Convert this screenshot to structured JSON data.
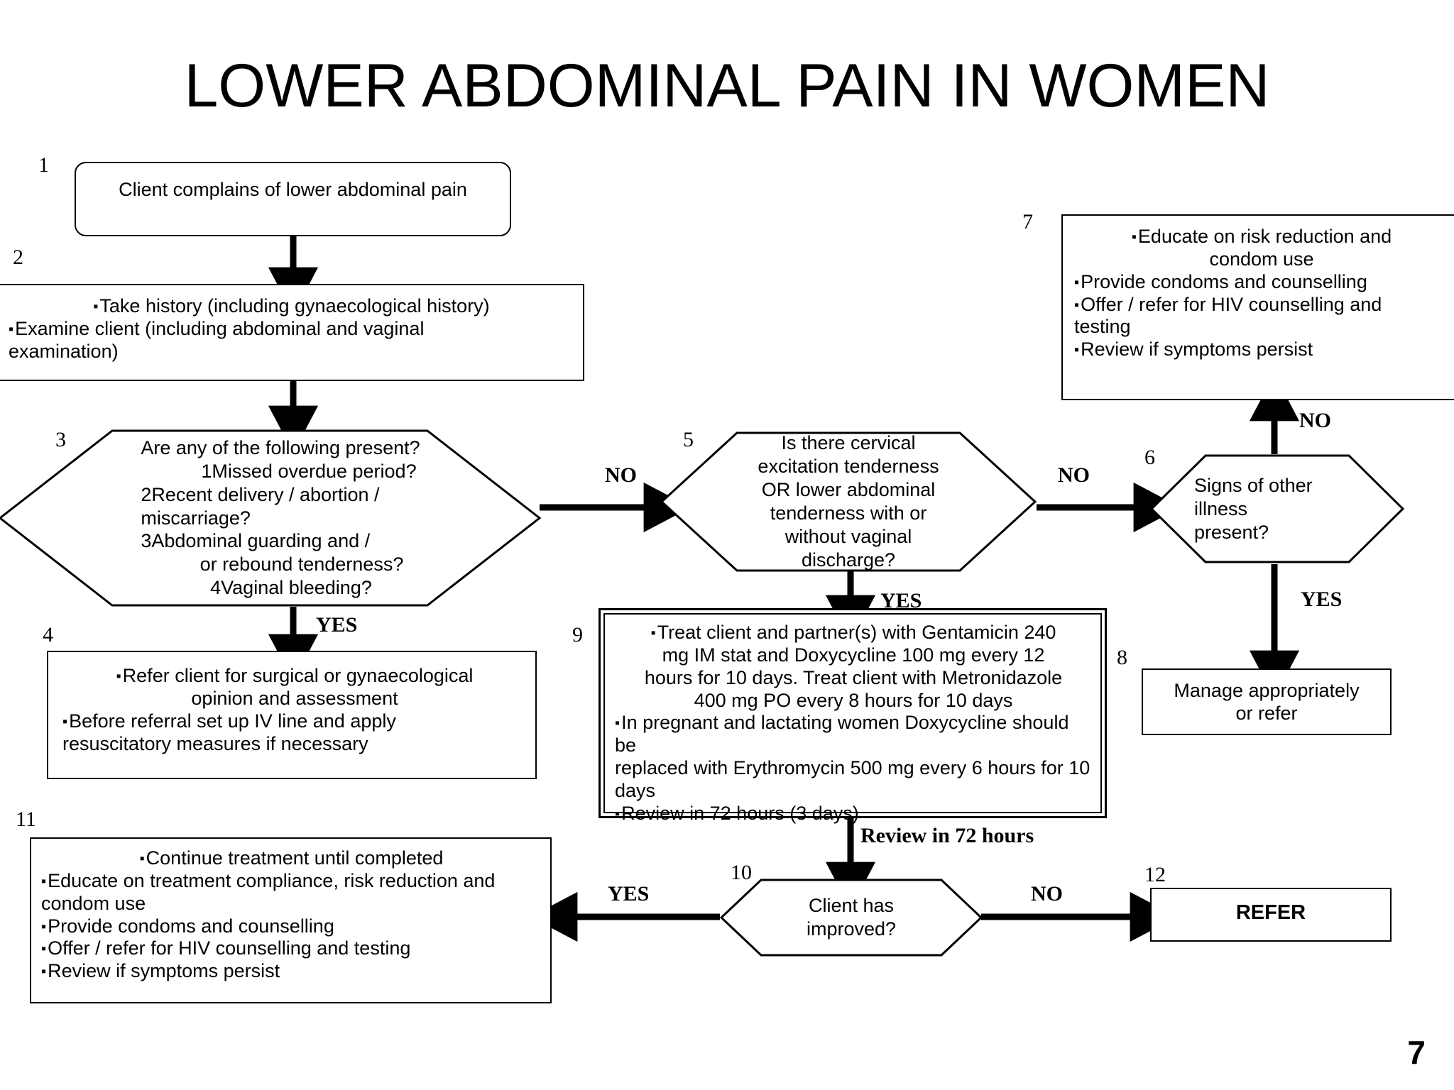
{
  "slide": {
    "title": "LOWER ABDOMINAL PAIN IN WOMEN",
    "page_number": "7"
  },
  "nodes": {
    "n1": {
      "number": "1",
      "lines": [
        {
          "bullet": false,
          "text": "Client complains of lower abdominal pain"
        }
      ]
    },
    "n2": {
      "number": "2",
      "lines": [
        {
          "bullet": true,
          "text": "Take history (including gynaecological history)"
        },
        {
          "bullet": true,
          "text": "Examine client (including abdominal and vaginal"
        },
        {
          "bullet": false,
          "text": "examination)"
        }
      ]
    },
    "n3": {
      "number": "3",
      "lines": [
        {
          "bullet": false,
          "text": "Are any of the following present?"
        },
        {
          "bullet": false,
          "text": "1Missed overdue period?"
        },
        {
          "bullet": false,
          "text": "2Recent delivery / abortion /"
        },
        {
          "bullet": false,
          "text": "miscarriage?"
        },
        {
          "bullet": false,
          "text": "3Abdominal guarding and /"
        },
        {
          "bullet": false,
          "text": "or rebound tenderness?"
        },
        {
          "bullet": false,
          "text": "4Vaginal bleeding?"
        }
      ]
    },
    "n4": {
      "number": "4",
      "lines": [
        {
          "bullet": true,
          "text": "Refer client for surgical or gynaecological"
        },
        {
          "bullet": false,
          "text": "opinion and assessment"
        },
        {
          "bullet": true,
          "text": "Before referral set up IV line and apply"
        },
        {
          "bullet": false,
          "text": "resuscitatory measures if necessary"
        }
      ]
    },
    "n5": {
      "number": "5",
      "lines": [
        {
          "bullet": false,
          "text": "Is there cervical"
        },
        {
          "bullet": false,
          "text": "excitation tenderness"
        },
        {
          "bullet": false,
          "text": "OR lower abdominal"
        },
        {
          "bullet": false,
          "text": "tenderness with or"
        },
        {
          "bullet": false,
          "text": "without vaginal"
        },
        {
          "bullet": false,
          "text": "discharge?"
        }
      ]
    },
    "n6": {
      "number": "6",
      "lines": [
        {
          "bullet": false,
          "text": "Signs of other"
        },
        {
          "bullet": false,
          "text": "illness"
        },
        {
          "bullet": false,
          "text": "present?"
        }
      ]
    },
    "n7": {
      "number": "7",
      "lines": [
        {
          "bullet": true,
          "text": "Educate on risk reduction and"
        },
        {
          "bullet": false,
          "text": "condom use"
        },
        {
          "bullet": true,
          "text": "Provide condoms and counselling"
        },
        {
          "bullet": true,
          "text": "Offer / refer for HIV counselling and"
        },
        {
          "bullet": false,
          "text": "testing"
        },
        {
          "bullet": true,
          "text": "Review if symptoms  persist"
        }
      ]
    },
    "n8": {
      "number": "8",
      "lines": [
        {
          "bullet": false,
          "text": "Manage appropriately"
        },
        {
          "bullet": false,
          "text": "or refer"
        }
      ]
    },
    "n9": {
      "number": "9",
      "lines": [
        {
          "bullet": true,
          "text": "Treat client and partner(s) with Gentamicin 240"
        },
        {
          "bullet": false,
          "text": "mg IM stat and Doxycycline 100 mg every 12"
        },
        {
          "bullet": false,
          "text": "hours for 10 days. Treat client with Metronidazole"
        },
        {
          "bullet": false,
          "text": "400 mg PO every 8 hours for 10 days"
        },
        {
          "bullet": true,
          "text": "In pregnant and lactating women Doxycycline should be"
        },
        {
          "bullet": false,
          "text": "replaced with Erythromycin 500 mg every 6 hours for 10"
        },
        {
          "bullet": false,
          "text": "days"
        },
        {
          "bullet": true,
          "text": "Review in 72 hours (3 days)"
        }
      ]
    },
    "n10": {
      "number": "10",
      "lines": [
        {
          "bullet": false,
          "text": "Client has"
        },
        {
          "bullet": false,
          "text": "improved?"
        }
      ]
    },
    "n11": {
      "number": "11",
      "lines": [
        {
          "bullet": true,
          "text": "Continue treatment until completed"
        },
        {
          "bullet": true,
          "text": "Educate on treatment compliance, risk reduction and"
        },
        {
          "bullet": false,
          "text": "condom use"
        },
        {
          "bullet": true,
          "text": "Provide condoms and counselling"
        },
        {
          "bullet": true,
          "text": "Offer / refer for HIV counselling and testing"
        },
        {
          "bullet": true,
          "text": "Review if symptoms  persist"
        }
      ]
    },
    "n12": {
      "number": "12",
      "lines": [
        {
          "bullet": false,
          "text": "REFER"
        }
      ]
    }
  },
  "edge_labels": {
    "n3_no": "NO",
    "n3_yes": "YES",
    "n5_no": "NO",
    "n5_yes": "YES",
    "n6_no": "NO",
    "n6_yes": "YES",
    "n9_review": "Review in 72 hours",
    "n10_yes": "YES",
    "n10_no": "NO"
  },
  "colors": {
    "stroke": "#000000",
    "background": "#ffffff",
    "text": "#000000"
  }
}
